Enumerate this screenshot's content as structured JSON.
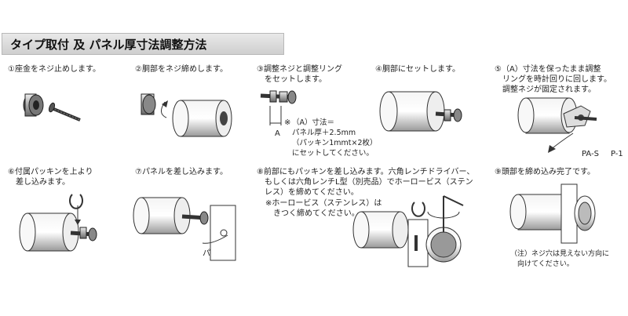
{
  "title": "タイプ取付 及 パネル厚寸法調整方法",
  "steps": [
    {
      "text": "①座金をネジ止めします。"
    },
    {
      "text": "②胴部をネジ締めします。"
    },
    {
      "text": "③調整ネジと調整リング\n　をセットします。"
    },
    {
      "text": "④胴部にセットします。"
    },
    {
      "text": "⑤（A）寸法を保ったまま調整\n　リングを時計回りに回します。\n　調整ネジが固定されます。"
    },
    {
      "text": "⑥付属パッキンを上より\n　差し込みます。"
    },
    {
      "text": "⑦パネルを差し込みます。"
    },
    {
      "text": "⑧前部にもパッキンを差し込みます。六角レンチドライバー、\n　もしくは六角レンチL型（別売品）でホーロービス（ステン\n　レス）を締めてください。"
    },
    {
      "text": "⑨頭部を締め込み完了です。"
    }
  ],
  "step3_note": {
    "mark": "※",
    "lines": "（A）寸法＝\nパネル厚＋2.5mm\n（パッキン1mmt×2枚）\nにセットしてください。",
    "label_a": "A"
  },
  "step5_labels": {
    "a": "PA-S",
    "b": "P-1"
  },
  "step7_label": "パネル",
  "step8_warning": "※ホーロービス（ステンレス）は\n　きつく締めてください。",
  "step9_note": "（注）ネジ穴は見えない方向に\n　向けてください。",
  "colors": {
    "accent_red": "#d9302b",
    "title_bg": "#d8d8d8"
  }
}
